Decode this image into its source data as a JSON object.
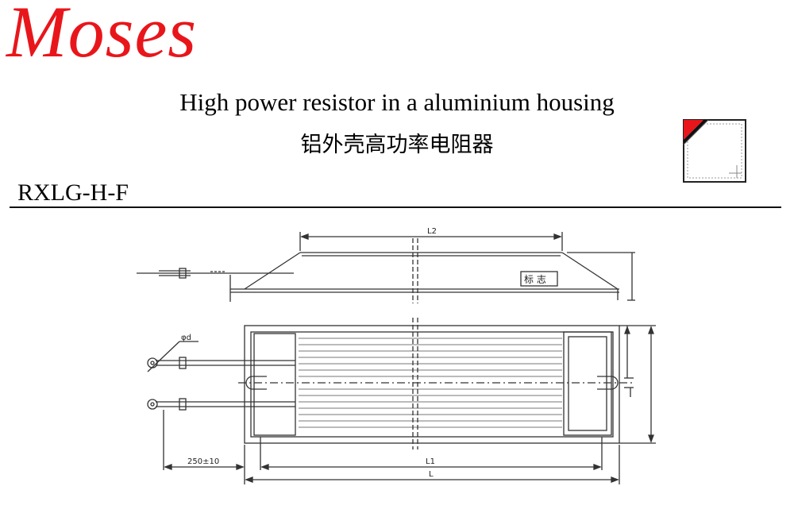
{
  "header": {
    "brand": "Moses",
    "title_en": "High power resistor in a aluminium housing",
    "title_cn": "铝外壳高功率电阻器",
    "model": "RXLG-H-F"
  },
  "drawing": {
    "dim_l2": "L2",
    "dim_l1": "L1",
    "dim_l": "L",
    "dim_wire": "250±10",
    "dim_diameter": "φd",
    "label_tag": "标 志"
  },
  "colors": {
    "brand": "#e8161b",
    "line": "#333333"
  },
  "icons": {
    "logo": "moses-logo-icon"
  }
}
